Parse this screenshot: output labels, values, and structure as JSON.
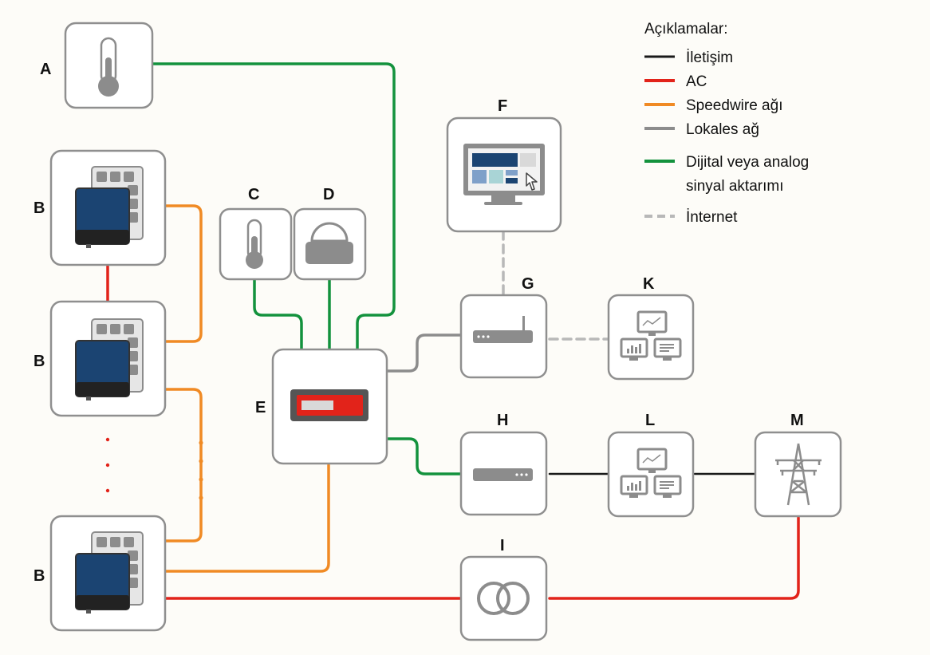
{
  "colors": {
    "communication": "#1a1a1a",
    "ac": "#e2231a",
    "speedwire": "#f08a24",
    "local_network": "#8c8c8c",
    "signal": "#13923d",
    "internet": "#b8b8b8",
    "box_border": "#8f8f8f",
    "icon_gray": "#8c8c8c",
    "inverter_blue": "#1b4472"
  },
  "labels": {
    "A": "A",
    "B1": "B",
    "B2": "B",
    "B3": "B",
    "C": "C",
    "D": "D",
    "E": "E",
    "F": "F",
    "G": "G",
    "H": "H",
    "I": "I",
    "K": "K",
    "L": "L",
    "M": "M"
  },
  "legend": {
    "title": "Açıklamalar:",
    "items": [
      {
        "key": "communication",
        "label": "İletişim",
        "style": "solid"
      },
      {
        "key": "ac",
        "label": "AC",
        "style": "solid"
      },
      {
        "key": "speedwire",
        "label": "Speedwire ağı",
        "style": "solid"
      },
      {
        "key": "local_network",
        "label": "Lokales ağ",
        "style": "solid"
      },
      {
        "key": "signal",
        "label": "Dijital veya analog",
        "label2": "sinyal aktarımı",
        "style": "solid"
      },
      {
        "key": "internet",
        "label": "İnternet",
        "style": "dashed"
      }
    ]
  },
  "icons": {
    "A": "thermometer-icon",
    "B": "inverter-with-pv-panel-icon",
    "C": "thermometer-icon",
    "D": "irradiation-sensor-icon",
    "E": "data-manager-icon",
    "F": "monitor-touch-icon",
    "G": "router-icon",
    "H": "modem-icon",
    "I": "transformer-icon",
    "K": "workstations-icon",
    "L": "workstations-icon",
    "M": "power-pylon-icon"
  }
}
